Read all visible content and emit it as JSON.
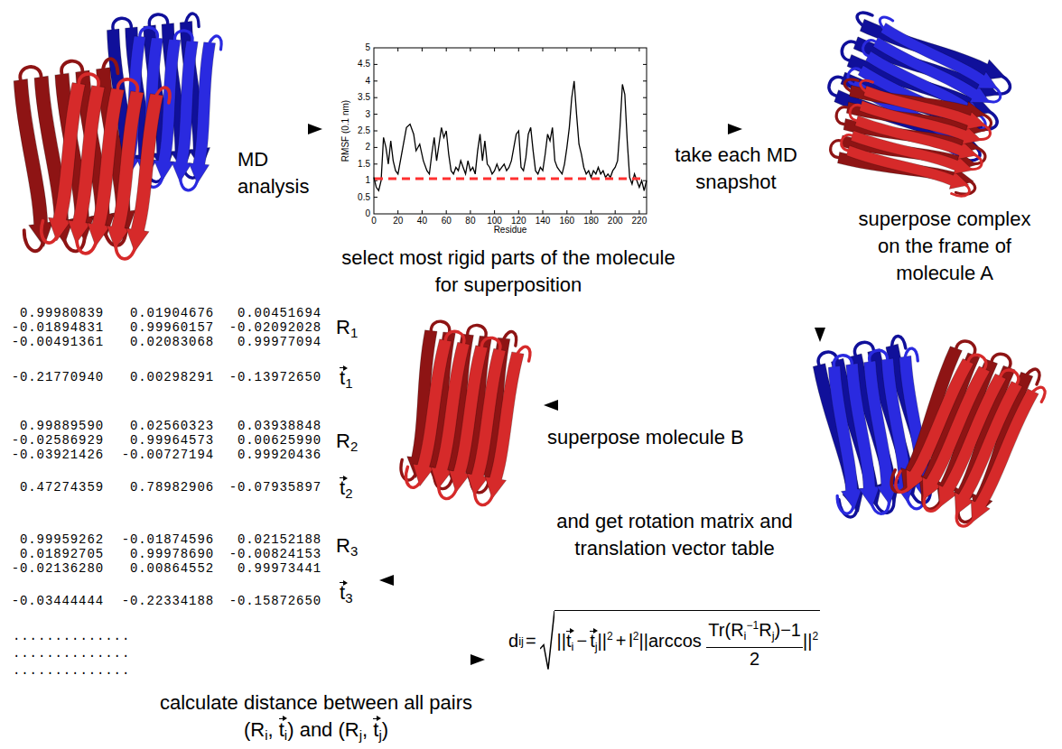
{
  "diagram": {
    "labels": [
      "MD analysis",
      "RMSF (0.1 nm)",
      "0",
      "0.5",
      "1",
      "1.5",
      "2",
      "2.5",
      "3",
      "3.5",
      "4",
      "4.5",
      "5",
      "0",
      "20",
      "40",
      "60",
      "80",
      "100",
      "120",
      "140",
      "160",
      "180",
      "200",
      "220",
      "Residue",
      "select most rigid parts of the molecule for superposition",
      "take each MD snapshot",
      "superpose complex on the frame of molecule A",
      "0.99980839",
      "0.01904676",
      "0.00451694",
      "-0.01894831",
      "0.99960157",
      "-0.02092028",
      "-0.00491361",
      "0.02083068",
      "0.99977094",
      "R",
      "1",
      "-0.21770940",
      "0.00298291",
      "-0.13972650",
      "t",
      "1",
      "0.99889590",
      "0.02560323",
      "0.03938848",
      "-0.02586929",
      "0.99964573",
      "0.00625990",
      "-0.03921426",
      "-0.00727194",
      "0.99920436",
      "R",
      "2",
      "0.47274359",
      "0.78982906",
      "-0.07935897",
      "t",
      "2",
      "0.99959262",
      "-0.01874596",
      "0.02152188",
      "0.01892705",
      "0.99978690",
      "-0.00824153",
      "-0.02136280",
      "0.00864552",
      "0.99973441",
      "R",
      "3",
      "-0.03444444",
      "-0.22334188",
      "-0.15872650",
      "t",
      "3",
      "..............",
      "..............",
      "..............",
      "superpose molecule B",
      "and get rotation matrix and translation vector table",
      "d",
      "ij",
      "=",
      "||",
      "t",
      "i",
      "−",
      "t",
      "j",
      "||",
      "2",
      "+",
      "l",
      "2",
      "||arccos",
      "Tr",
      "(",
      "R",
      "i",
      "−1",
      "R",
      "j",
      ")−1",
      "2",
      "||",
      "2",
      "calculate distance between all pairs (R",
      "i",
      ", ",
      "t",
      "i",
      ") and (R",
      "j",
      ", ",
      "t",
      "j",
      ")"
    ]
  }
}
